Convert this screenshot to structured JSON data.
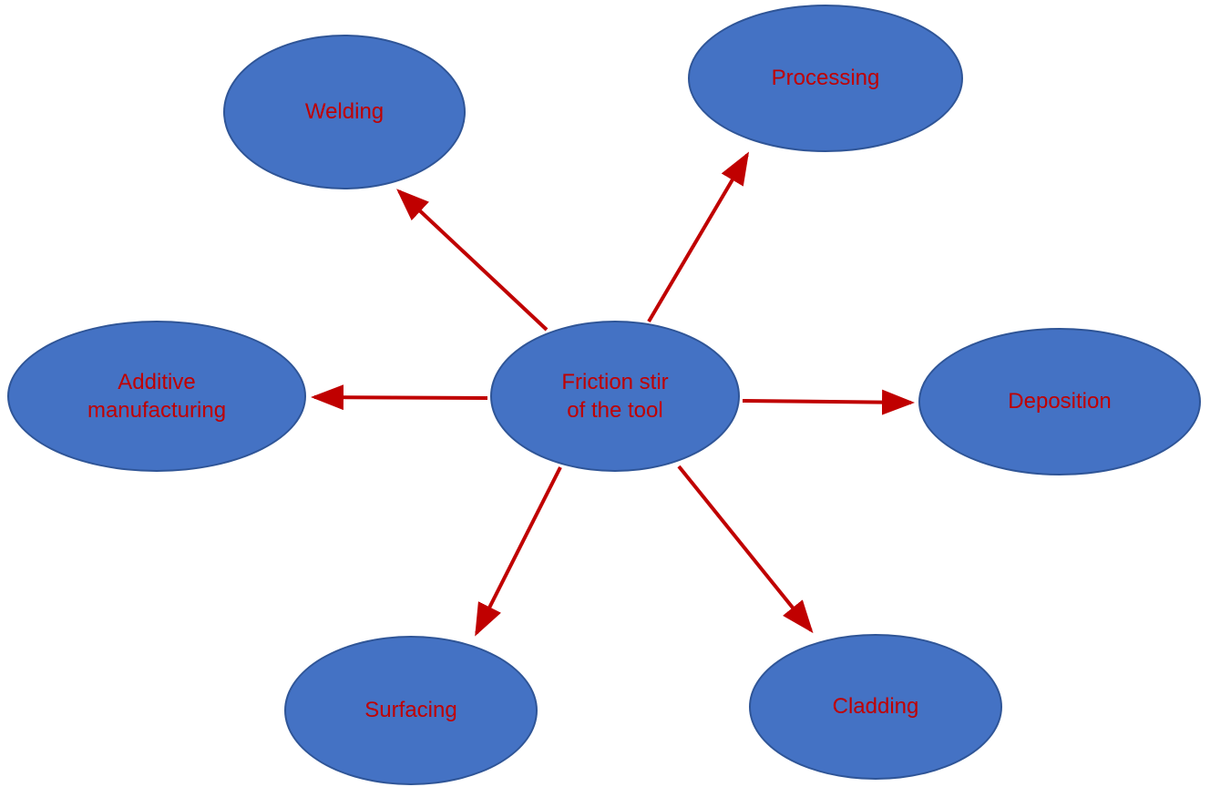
{
  "colors": {
    "node_fill": "#4472C4",
    "node_border": "#2F5597",
    "label_text": "#C00000",
    "arrow": "#C00000",
    "background": "#FFFFFF"
  },
  "diagram": {
    "type": "radial-concept-map",
    "center_node": {
      "id": "friction-stir",
      "label": "Friction stir\nof the tool"
    },
    "nodes": [
      {
        "id": "welding",
        "label": "Welding"
      },
      {
        "id": "processing",
        "label": "Processing"
      },
      {
        "id": "additive-manufacturing",
        "label": "Additive\nmanufacturing"
      },
      {
        "id": "deposition",
        "label": "Deposition"
      },
      {
        "id": "surfacing",
        "label": "Surfacing"
      },
      {
        "id": "cladding",
        "label": "Cladding"
      }
    ],
    "edges": [
      {
        "from": "friction-stir",
        "to": "welding"
      },
      {
        "from": "friction-stir",
        "to": "processing"
      },
      {
        "from": "friction-stir",
        "to": "additive-manufacturing"
      },
      {
        "from": "friction-stir",
        "to": "deposition"
      },
      {
        "from": "friction-stir",
        "to": "surfacing"
      },
      {
        "from": "friction-stir",
        "to": "cladding"
      }
    ]
  }
}
